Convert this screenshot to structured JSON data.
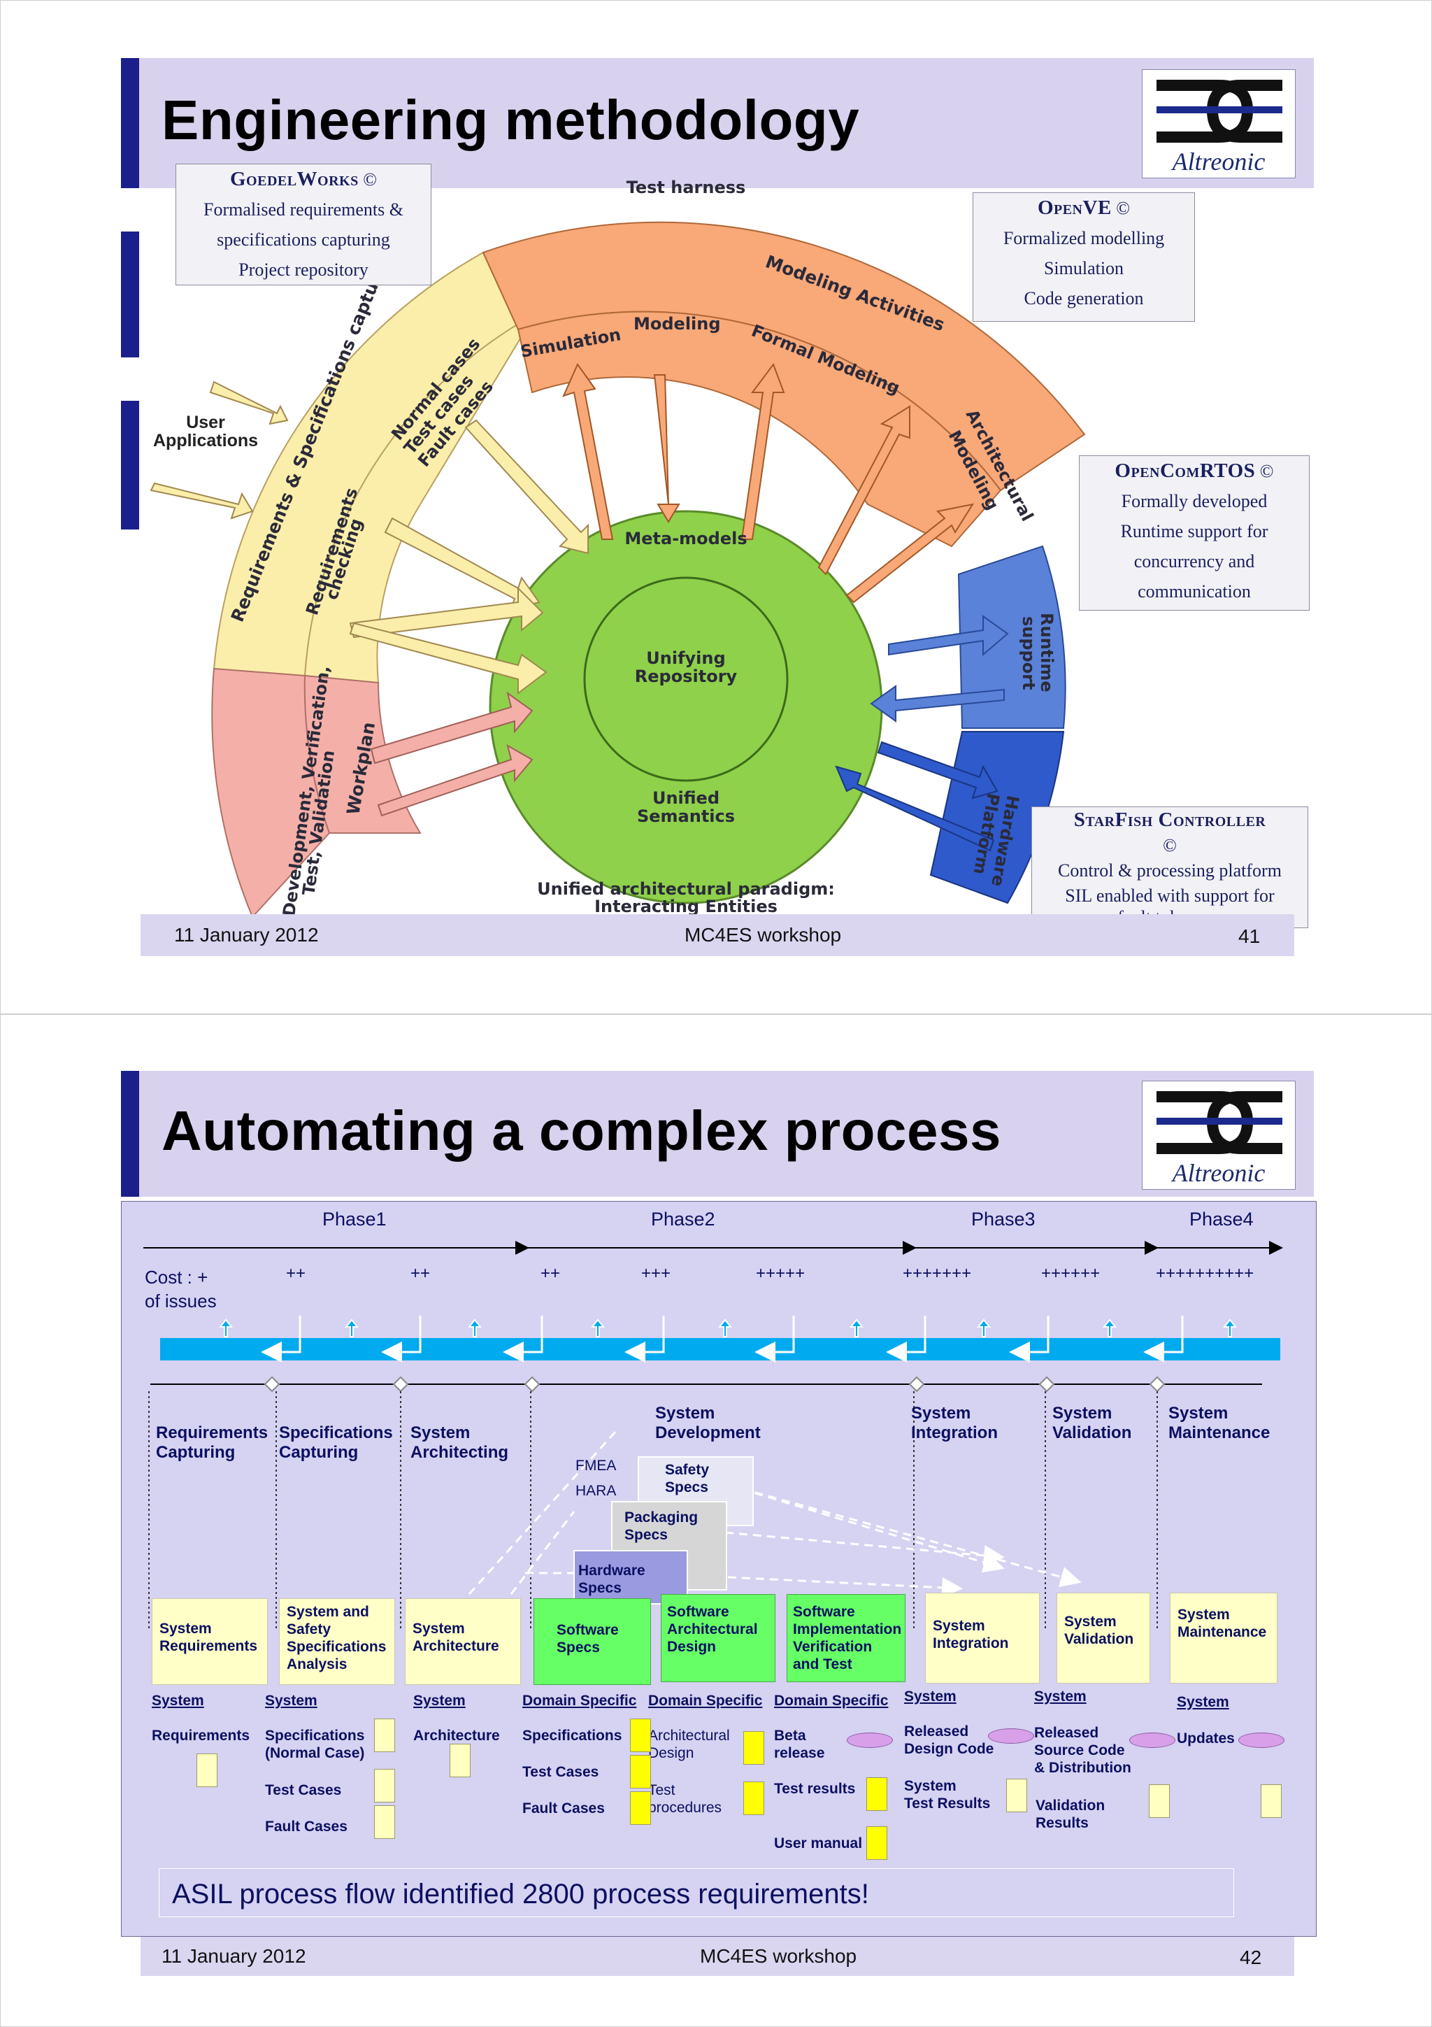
{
  "slide1": {
    "title": "Engineering methodology",
    "logo_text": "Altreonic",
    "test_harness": "Test harness",
    "user_applications": "User\nApplications",
    "goedelworks": {
      "title": "GoedelWorks",
      "copyright": "©",
      "lines": [
        "Formalised requirements &",
        "specifications capturing",
        "Project repository"
      ]
    },
    "openve": {
      "title": "OpenVE",
      "copyright": "©",
      "lines": [
        "Formalized modelling",
        "Simulation",
        "Code generation"
      ]
    },
    "opencomrtos": {
      "title": "OpenComRTOS",
      "copyright": "©",
      "lines": [
        "Formally developed",
        "Runtime support for",
        "concurrency and",
        "communication"
      ]
    },
    "starfish": {
      "title": "StarFish Controller",
      "copyright": "©",
      "lines": [
        "Control & processing platform",
        "SIL enabled with support for",
        "fault tolerance"
      ]
    },
    "diagram": {
      "meta_models": "Meta-models",
      "unifying_repository": [
        "Unifying",
        "Repository"
      ],
      "unified_semantics": [
        "Unified",
        "Semantics"
      ],
      "paradigm": [
        "Unified architectural paradigm:",
        "Interacting Entities"
      ],
      "requirements_specifications": "Requirements & Specifications capturing",
      "requirements_checking": [
        "Requirements",
        "checking"
      ],
      "normal_cases": [
        "Normal cases",
        "Test cases",
        "Fault cases"
      ],
      "development_verification": [
        "Development, Verification,",
        "Test, Validation"
      ],
      "workplan": "Workplan",
      "modeling_activities": "Modeling Activities",
      "simulation": "Simulation",
      "modeling": "Modeling",
      "formal_modeling": "Formal Modeling",
      "architectural_modeling": [
        "Architectural",
        "Modeling"
      ],
      "runtime_support": [
        "Runtime",
        "support"
      ],
      "hardware_platform": [
        "Hardware",
        "Platform"
      ]
    },
    "footer": {
      "date": "11 January 2012",
      "event": "MC4ES workshop",
      "page": "41"
    }
  },
  "slide2": {
    "title": "Automating a complex process",
    "logo_text": "Altreonic",
    "phases": [
      "Phase1",
      "Phase2",
      "Phase3",
      "Phase4"
    ],
    "cost_label": "Cost : +\nof issues",
    "costs": [
      "++",
      "++",
      "++",
      "+++",
      "+++++",
      "+++++++",
      "++++++",
      "++++++++++"
    ],
    "stages": {
      "req_capturing": "Requirements\nCapturing",
      "spec_capturing": "Specifications\nCapturing",
      "sys_architecting": "System\nArchitecting",
      "sys_development": "System\nDevelopment",
      "sys_integration": "System\nIntegration",
      "sys_validation": "System\nValidation",
      "sys_maintenance": "System\nMaintenance"
    },
    "fmea": "FMEA",
    "hara": "HARA",
    "safety_specs": "Safety\nSpecs",
    "packaging_specs": "Packaging\nSpecs",
    "hardware_specs": "Hardware\nSpecs",
    "boxes": {
      "sys_requirements": "System\nRequirements",
      "sys_safety": "System and\nSafety\nSpecifications\nAnalysis",
      "sys_architecture": "System\nArchitecture",
      "software_specs": "Software\nSpecs",
      "software_arch": "Software\nArchitectural\nDesign",
      "software_impl": "Software\nImplementation\nVerification\nand Test",
      "sys_integration": "System\nIntegration",
      "sys_validation": "System\nValidation",
      "sys_maintenance": "System\nMaintenance"
    },
    "artifact_headers": [
      "System",
      "System",
      "System",
      "Domain Specific",
      "Domain Specific",
      "Domain Specific",
      "System",
      "System",
      "System"
    ],
    "artifacts": {
      "requirements": "Requirements",
      "specifications_normal": "Specifications\n(Normal Case)",
      "test_cases_1": "Test Cases",
      "fault_cases_1": "Fault Cases",
      "architecture": "Architecture",
      "specifications": "Specifications",
      "test_cases_2": "Test Cases",
      "fault_cases_2": "Fault Cases",
      "architectural_design": "Architectural\nDesign",
      "test_procedures": "Test\nprocedures",
      "beta_release": "Beta\nrelease",
      "test_results": "Test results",
      "user_manual": "User manual",
      "released_design_code": "Released\nDesign Code",
      "system_test_results": "System\nTest Results",
      "released_source_code": "Released\nSource Code\n& Distribution",
      "validation_results": "Validation\nResults",
      "updates": "Updates"
    },
    "asil_note": "ASIL process flow identified 2800 process requirements!",
    "footer": {
      "date": "11 January 2012",
      "event": "MC4ES workshop",
      "page": "42"
    }
  }
}
